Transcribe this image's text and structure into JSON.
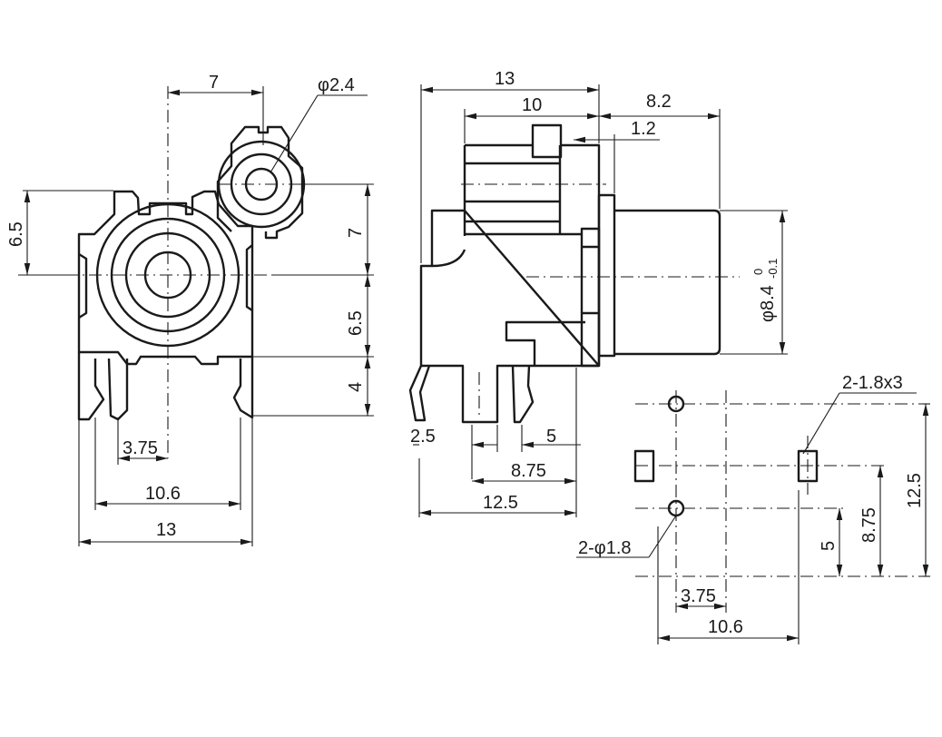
{
  "front_view": {
    "dims": {
      "top_offset": "7",
      "small_jack_dia": "φ2.4",
      "left_height": "6.5",
      "right_upper": "7",
      "right_middle": "6.5",
      "right_lower": "4",
      "pin_offset": "3.75",
      "pin_span": "10.6",
      "overall_width": "13"
    }
  },
  "side_view": {
    "dims": {
      "overall_depth": "13",
      "body_depth": "10",
      "barrel_length": "8.2",
      "flange": "1.2",
      "barrel_dia": "φ8.4",
      "tol_upper": "0",
      "tol_lower": "-0.1",
      "pin_a": "2.5",
      "pin_b": "5",
      "pin_c": "8.75",
      "pin_d": "12.5"
    }
  },
  "pcb_layout": {
    "dims": {
      "slots": "2-1.8x3",
      "holes": "2-φ1.8",
      "height": "12.5",
      "mid": "8.75",
      "low": "5",
      "h_offset": "3.75",
      "h_span": "10.6"
    }
  }
}
